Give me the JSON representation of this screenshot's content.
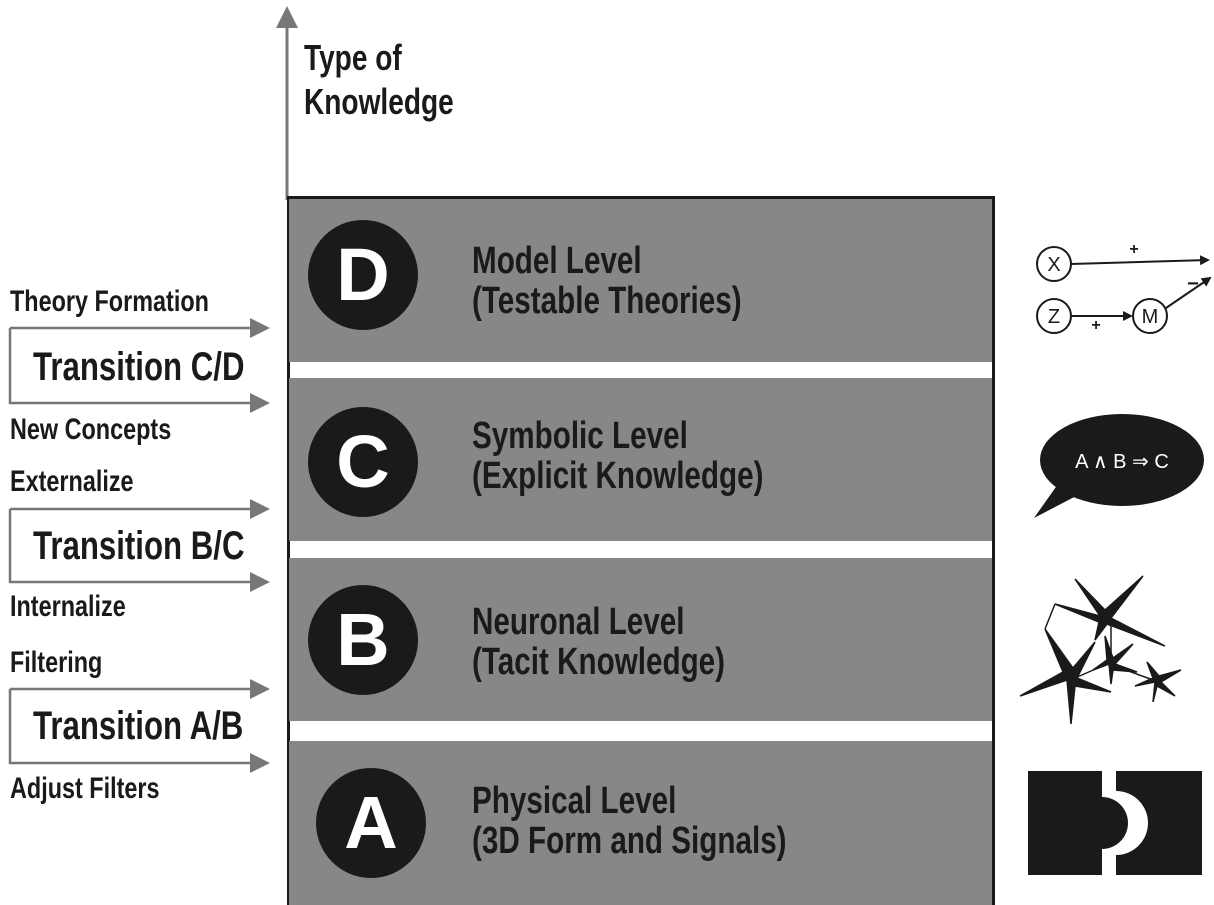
{
  "axis": {
    "title_line1": "Type of",
    "title_line2": "Knowledge"
  },
  "levels": [
    {
      "letter": "D",
      "name": "Model Level",
      "sub": "(Testable Theories)",
      "icon": "causal-model-icon"
    },
    {
      "letter": "C",
      "name": "Symbolic Level",
      "sub": "(Explicit Knowledge)",
      "icon": "speech-bubble-icon"
    },
    {
      "letter": "B",
      "name": "Neuronal Level",
      "sub": "(Tacit Knowledge)",
      "icon": "neurons-icon"
    },
    {
      "letter": "A",
      "name": "Physical Level",
      "sub": "(3D Form and Signals)",
      "icon": "puzzle-blocks-icon"
    }
  ],
  "transitions": [
    {
      "label": "Transition C/D",
      "up": "Theory Formation",
      "down": "New Concepts"
    },
    {
      "label": "Transition B/C",
      "up": "Externalize",
      "down": "Internalize"
    },
    {
      "label": "Transition A/B",
      "up": "Filtering",
      "down": "Adjust Filters"
    }
  ],
  "icons": {
    "model": {
      "node_x": "X",
      "node_z": "Z",
      "node_m": "M",
      "plus": "+",
      "minus": "−"
    },
    "bubble": {
      "formula": "A ∧ B ⇒ C"
    }
  },
  "colors": {
    "band": "#878787",
    "dark": "#1a1a1a",
    "arrow": "#777777"
  }
}
